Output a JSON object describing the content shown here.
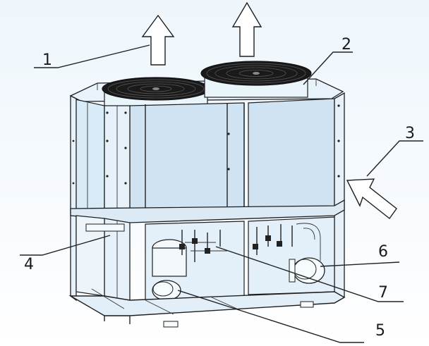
{
  "callouts": [
    {
      "id": "1",
      "label": "1"
    },
    {
      "id": "2",
      "label": "2"
    },
    {
      "id": "3",
      "label": "3"
    },
    {
      "id": "4",
      "label": "4"
    },
    {
      "id": "5",
      "label": "5"
    },
    {
      "id": "6",
      "label": "6"
    },
    {
      "id": "7",
      "label": "7"
    }
  ],
  "colors": {
    "background": "#eef6fc",
    "panel": "#cfe3f2",
    "outline": "#1f1f1f"
  }
}
